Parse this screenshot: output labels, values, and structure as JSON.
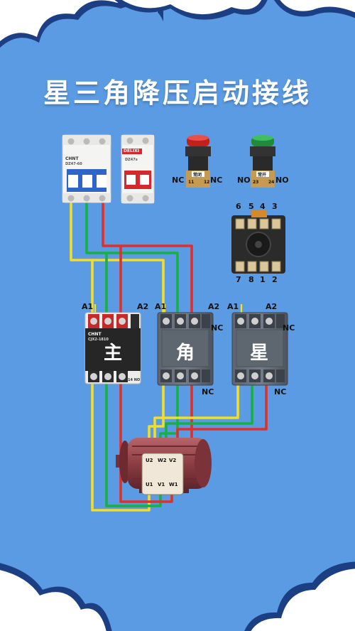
{
  "title": "星三角降压启动接线",
  "breakers": [
    {
      "brand": "CHNT",
      "model": "DZ47-60"
    },
    {
      "brand": "DELIXI",
      "model": "DZ47s"
    }
  ],
  "buttons": [
    {
      "color": "#d8322b",
      "tag": "常闭",
      "pins": [
        "11",
        "12"
      ],
      "left": "NC",
      "right": "NC"
    },
    {
      "color": "#2a9d4a",
      "tag": "常开",
      "pins": [
        "23",
        "24"
      ],
      "left": "NO",
      "right": "NO"
    }
  ],
  "relay": {
    "top_pins": [
      "6",
      "5",
      "4",
      "3"
    ],
    "bottom_pins": [
      "7",
      "8",
      "1",
      "2"
    ]
  },
  "contactors": [
    {
      "label": "主",
      "brand": "CHNT",
      "model": "CJX2-1810",
      "a1": "A1",
      "a2": "A2",
      "nc_top": "",
      "nc_bottom": "",
      "aux": "14 NO"
    },
    {
      "label": "角",
      "brand": "",
      "model": "",
      "a1": "A1",
      "a2": "A2",
      "nc_top": "NC",
      "nc_bottom": "NC"
    },
    {
      "label": "星",
      "brand": "",
      "model": "",
      "a1": "A1",
      "a2": "A2",
      "nc_top": "NC",
      "nc_bottom": "NC"
    }
  ],
  "motor": {
    "terminals_top": [
      "U2",
      "W2",
      "V2"
    ],
    "terminals_bottom": [
      "U1",
      "V1",
      "W1"
    ]
  },
  "colors": {
    "background": "#5b9be3",
    "wire_yellow": "#f2de29",
    "wire_green": "#19b043",
    "wire_red": "#e0302a",
    "cloud": "#ffffff",
    "cloud_shadow": "#1c3f83"
  }
}
